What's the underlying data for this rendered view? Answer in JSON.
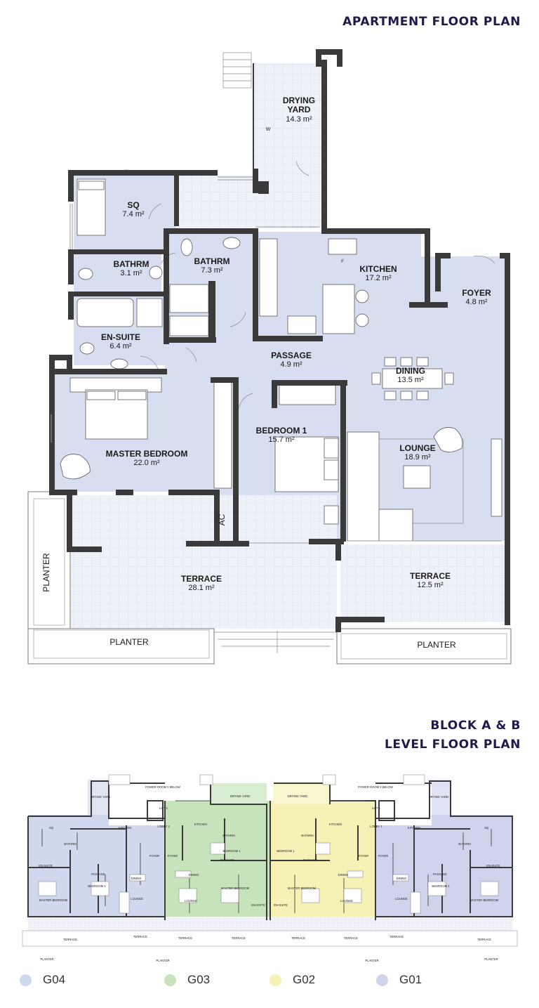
{
  "titles": {
    "plan_title": "APARTMENT FLOOR PLAN",
    "block_title_1": "BLOCK A & B",
    "block_title_2": "LEVEL FLOOR PLAN"
  },
  "rooms": {
    "drying_yard": {
      "name1": "DRYING",
      "name2": "YARD",
      "area": "14.3 m²"
    },
    "sq": {
      "name": "SQ",
      "area": "7.4 m²"
    },
    "bathrm_sq": {
      "name": "BATHRM",
      "area": "3.1 m²"
    },
    "bathrm": {
      "name": "BATHRM",
      "area": "7.3 m²"
    },
    "kitchen": {
      "name": "KITCHEN",
      "area": "17.2 m²"
    },
    "foyer": {
      "name": "FOYER",
      "area": "4.8 m²"
    },
    "en_suite": {
      "name": "EN-SUITE",
      "area": "6.4 m²"
    },
    "passage": {
      "name": "PASSAGE",
      "area": "4.9 m²"
    },
    "dining": {
      "name": "DINING",
      "area": "13.5 m²"
    },
    "bedroom1": {
      "name": "BEDROOM 1",
      "area": "15.7 m²"
    },
    "lounge": {
      "name": "LOUNGE",
      "area": "18.9 m²"
    },
    "master_bedroom": {
      "name": "MASTER BEDROOM",
      "area": "22.0 m²"
    },
    "terrace_left": {
      "name": "TERRACE",
      "area": "28.1 m²"
    },
    "terrace_right": {
      "name": "TERRACE",
      "area": "12.5 m²"
    }
  },
  "labels": {
    "ac": "AC",
    "planter_side": "PLANTER",
    "planter_left": "PLANTER",
    "planter_right": "PLANTER",
    "washer": "W",
    "fridge": "F"
  },
  "mini_plan": {
    "power_room": "POWER ROOM 2 BELOW",
    "power_room_r": "POWER ROOM 2 BELOW",
    "lift2": "LIFT 2",
    "lift1": "LIFT 1",
    "lobby2": "LOBBY 2",
    "lobby1": "LOBBY 1",
    "drying_yard": "DRYING YARD",
    "kitchen": "KITCHEN",
    "bathrm": "BATHRM",
    "sq": "SQ",
    "foyer": "FOYER",
    "passage": "PASSAGE",
    "dining": "DINING",
    "lounge": "LOUNGE",
    "bedroom1": "BEDROOM 1",
    "master_bedroom": "MASTER BEDROOM",
    "en_suite": "EN-SUITE",
    "terrace": "TERRACE",
    "planter": "PLANTER"
  },
  "legend": [
    {
      "label": "G04",
      "color": "#cfd8ec"
    },
    {
      "label": "G03",
      "color": "#c6e3bc"
    },
    {
      "label": "G02",
      "color": "#f6f1b5"
    },
    {
      "label": "G01",
      "color": "#cfd4ec"
    }
  ],
  "colors": {
    "room_fill": "#d7deef",
    "wall": "#3a3a3a",
    "tile": "#eef1f8",
    "heading": "#1f1a4e"
  }
}
